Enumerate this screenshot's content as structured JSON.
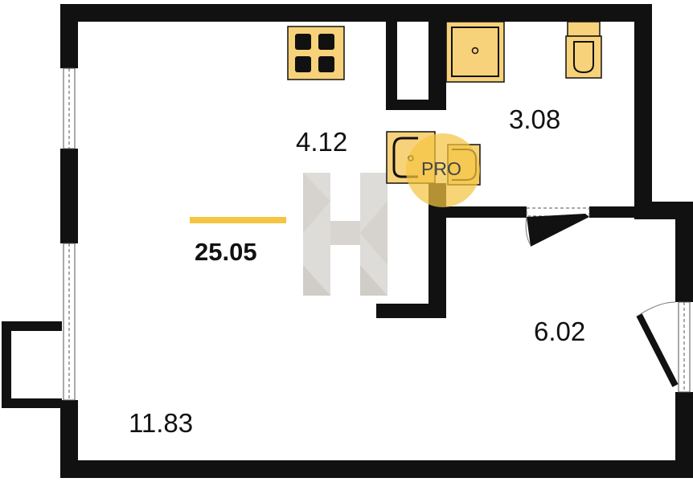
{
  "rooms": {
    "kitchen_area": "4.12",
    "bathroom_area": "3.08",
    "hall_area": "6.02",
    "living_area": "11.83"
  },
  "total": {
    "area": "25.05",
    "bar_color": "#F4C542"
  },
  "watermark": {
    "badge_text": "PRO",
    "badge_color": "#F4C542",
    "logo_letter": "H"
  },
  "colors": {
    "wall": "#111111",
    "fixture_fill": "#F7D27A",
    "fixture_stroke": "#111111",
    "logo_gray": "#D9D6D2"
  }
}
